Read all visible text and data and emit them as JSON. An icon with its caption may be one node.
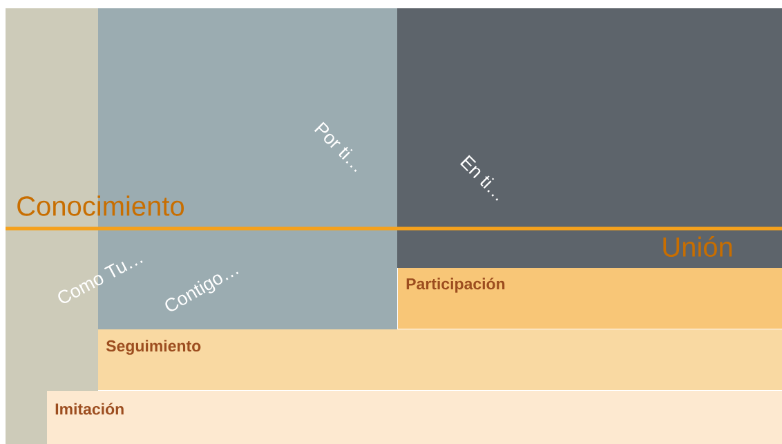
{
  "diagram": {
    "nodes": [
      {
        "text": [],
        "shape": "box"
      },
      {
        "text": [
          "Por ti…",
          "Contigo…"
        ]
      },
      {
        "text": [
          "En ti…",
          "Unión"
        ]
      },
      {
        "text": [
          "Participación"
        ]
      },
      {
        "text": [
          "Seguimiento"
        ]
      },
      {
        "text": [
          "Imitación"
        ]
      }
    ],
    "labels": [
      "Conocimiento",
      "Como Tu…"
    ]
  }
}
